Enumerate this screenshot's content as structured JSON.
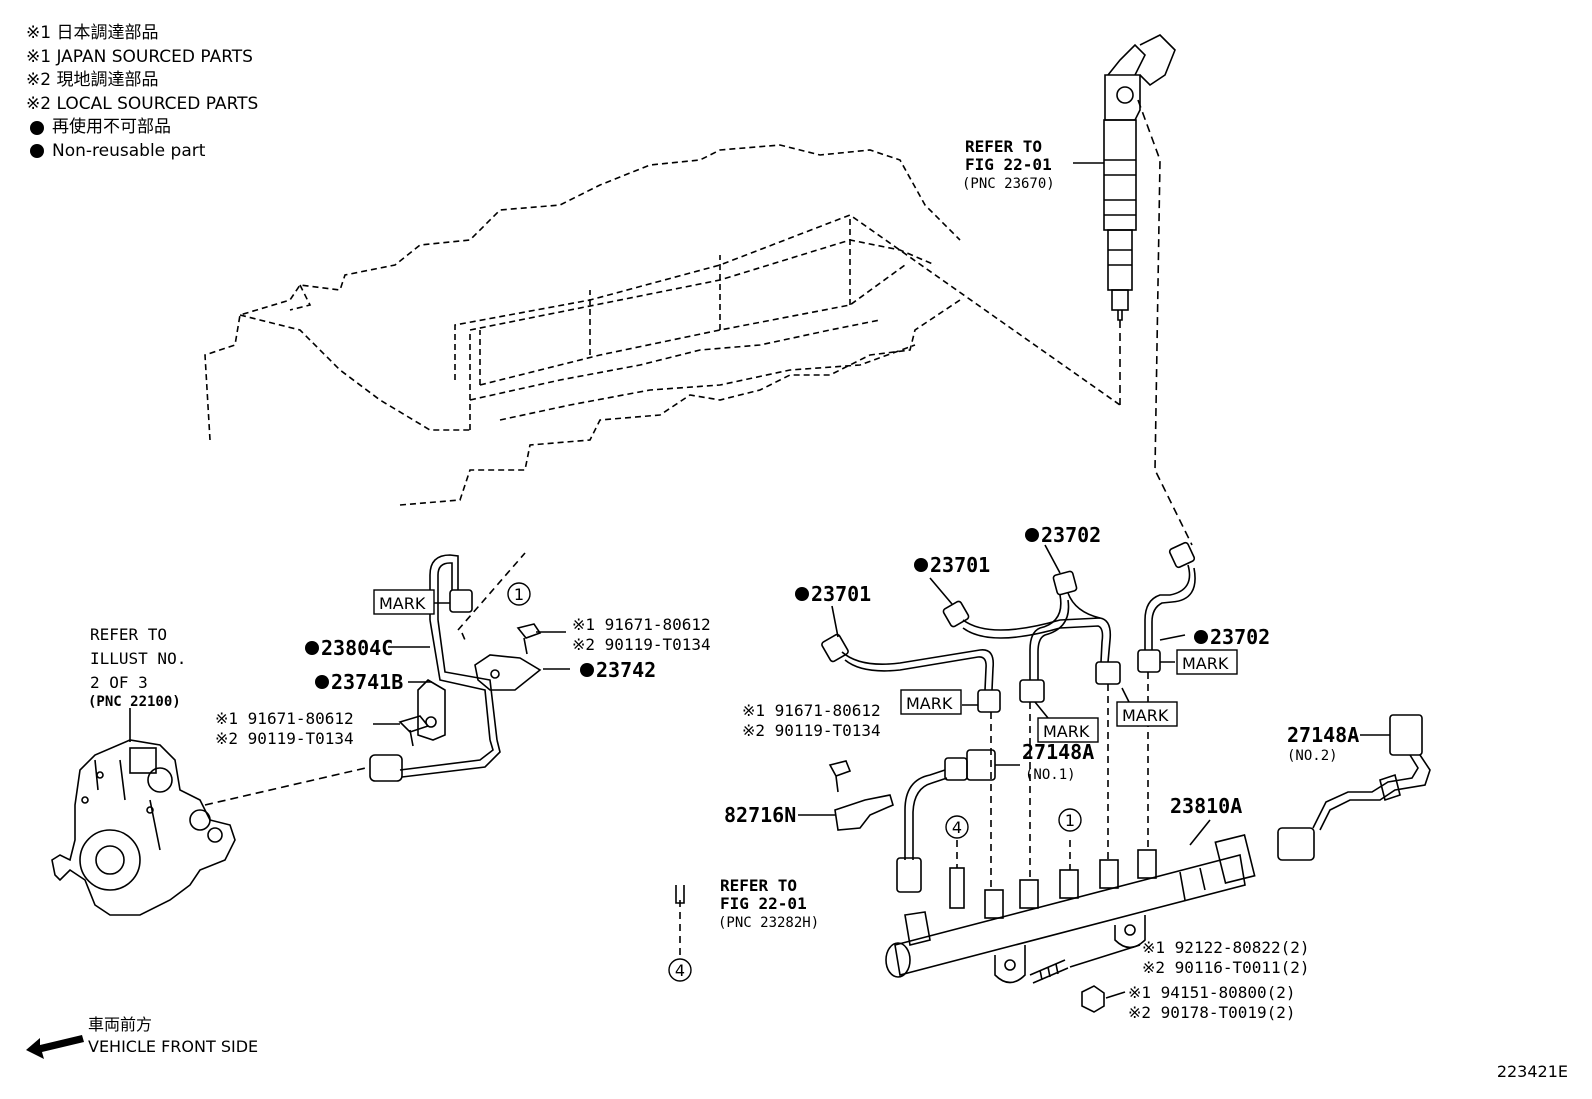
{
  "legend": {
    "line1": "※1 日本調達部品",
    "line2": "※1 JAPAN SOURCED PARTS",
    "line3": "※2 現地調達部品",
    "line4": "※2 LOCAL SOURCED PARTS",
    "line5": "再使用不可部品",
    "line6": "Non-reusable part"
  },
  "refer_injector": {
    "l1": "REFER TO",
    "l2": "FIG 22-01",
    "l3": "(PNC 23670)"
  },
  "refer_pump": {
    "l1": "REFER TO",
    "l2": "ILLUST NO.",
    "l3": "2 OF 3",
    "l4": "(PNC 22100)"
  },
  "refer_rail": {
    "l1": "REFER TO",
    "l2": "FIG 22-01",
    "l3": "(PNC 23282H)"
  },
  "parts": {
    "p23702a": "23702",
    "p23701a": "23701",
    "p23701b": "23701",
    "p23702b": "23702",
    "p23804c": "23804C",
    "p23741b": "23741B",
    "p23742": "23742",
    "p27148a_1": "27148A",
    "p27148a_1_sub": "(NO.1)",
    "p27148a_2": "27148A",
    "p27148a_2_sub": "(NO.2)",
    "p82716n": "82716N",
    "p23810a": "23810A"
  },
  "mark": "MARK",
  "bolt_top": {
    "a": "※1 91671-80612",
    "b": "※2 90119-T0134"
  },
  "bolt_pump": {
    "a": "※1 91671-80612",
    "b": "※2 90119-T0134"
  },
  "bolt_rail": {
    "a": "※1 91671-80612",
    "b": "※2 90119-T0134"
  },
  "stud": {
    "a": "※1 92122-80822(2)",
    "b": "※2 90116-T0011(2)"
  },
  "nut": {
    "a": "※1 94151-80800(2)",
    "b": "※2 90178-T0019(2)"
  },
  "circles": {
    "one": "1",
    "four": "4"
  },
  "front": {
    "jp": "車両前方",
    "en": "VEHICLE FRONT SIDE"
  },
  "figure_code": "223421E"
}
